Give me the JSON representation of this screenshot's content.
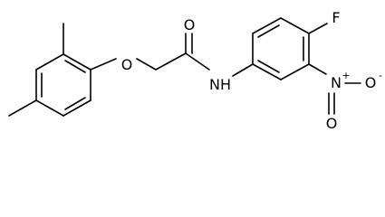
{
  "molecule": {
    "atom_labels": {
      "ether_oxygen": "O",
      "carbonyl_oxygen": "O",
      "amide_nitrogen": "N",
      "amide_hydrogen": "H",
      "fluorine": "F",
      "nitro_nitrogen": "N",
      "nitro_plus": "+",
      "nitro_oxygen_double": "O",
      "nitro_oxygen_single": "O",
      "nitro_minus": "-"
    }
  }
}
